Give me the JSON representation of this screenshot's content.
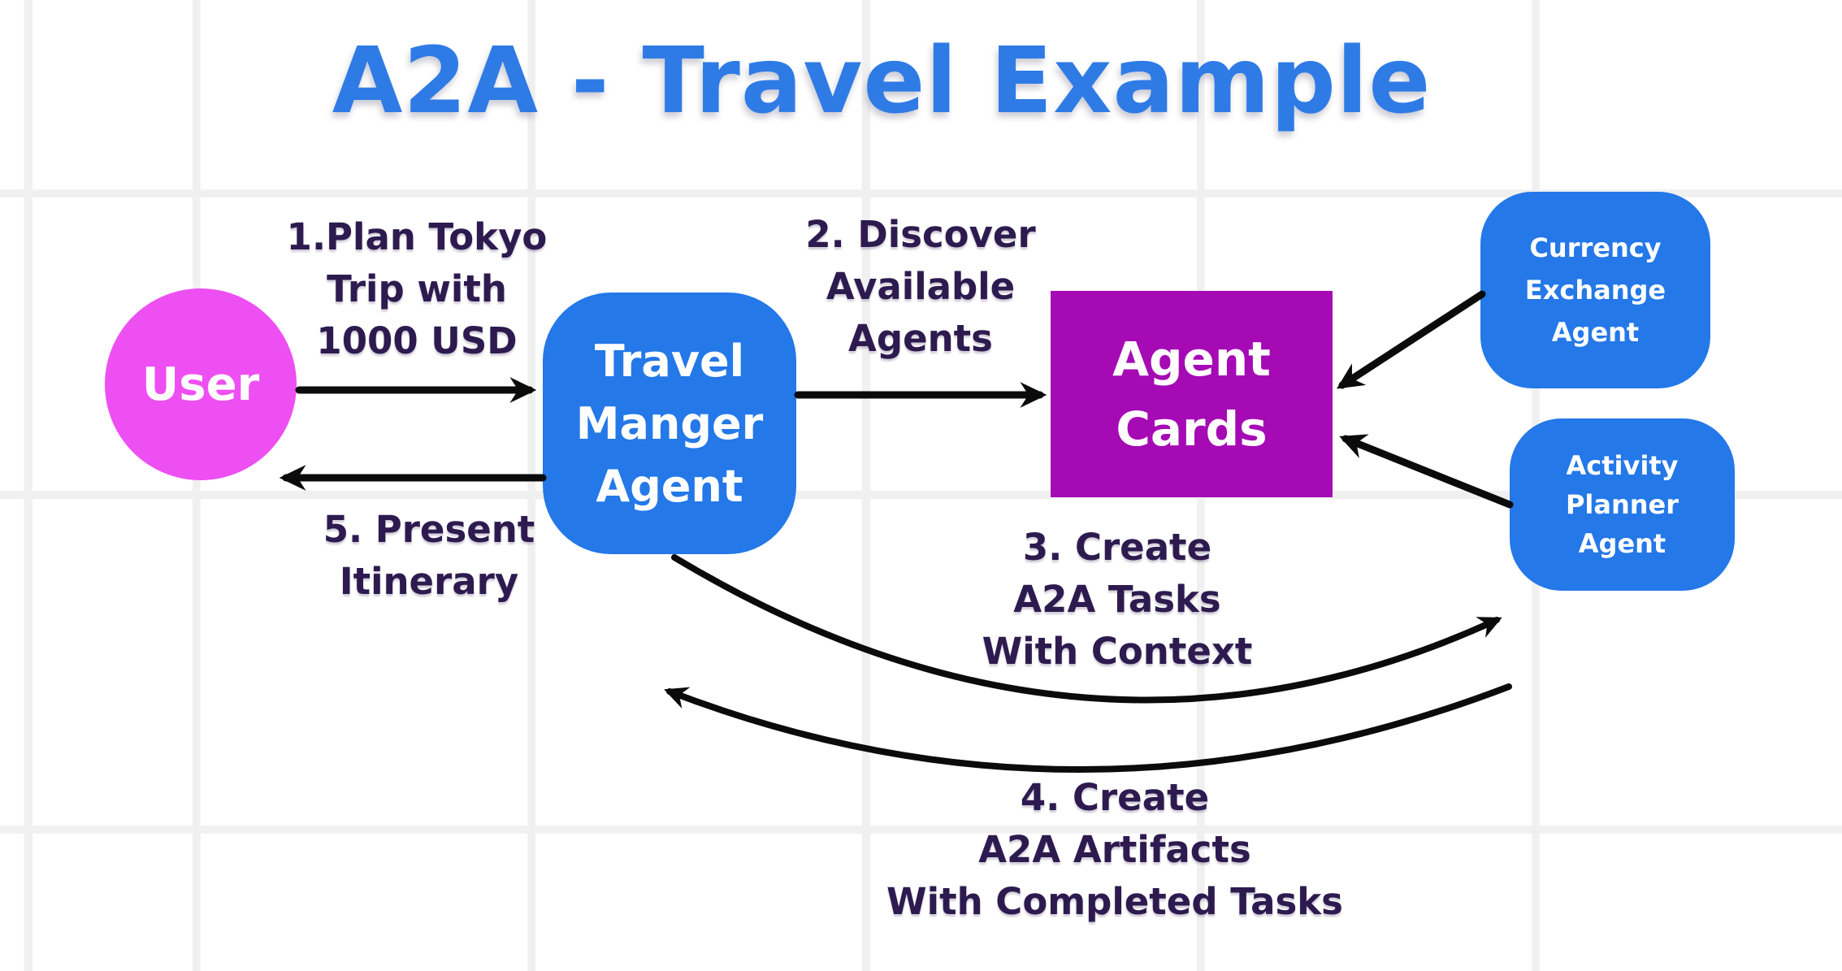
{
  "title": "A2A - Travel Example",
  "colors": {
    "title": "#2e7be6",
    "node_blue": "#2478e8",
    "node_purple": "#a50ab5",
    "node_pink": "#ee4ff2",
    "label_text": "#2d1b4f",
    "arrow": "#0b0b0b",
    "grid_line": "#f0f0f0",
    "background": "#ffffff"
  },
  "nodes": {
    "user": {
      "label": "User"
    },
    "travel_manager": {
      "lines": [
        "Travel",
        "Manger",
        "Agent"
      ]
    },
    "agent_cards": {
      "lines": [
        "Agent",
        "Cards"
      ]
    },
    "currency_exchange": {
      "lines": [
        "Currency",
        "Exchange",
        "Agent"
      ]
    },
    "activity_planner": {
      "lines": [
        "Activity",
        "Planner",
        "Agent"
      ]
    }
  },
  "edge_labels": {
    "step1": {
      "lines": [
        "1.Plan Tokyo",
        "Trip with",
        "1000 USD"
      ]
    },
    "step2": {
      "lines": [
        "2. Discover",
        "Available",
        "Agents"
      ]
    },
    "step3": {
      "lines": [
        "3. Create",
        "A2A Tasks",
        "With Context"
      ]
    },
    "step4": {
      "lines": [
        "4. Create",
        "A2A Artifacts",
        "With Completed Tasks"
      ]
    },
    "step5": {
      "lines": [
        "5. Present",
        "Itinerary"
      ]
    }
  }
}
